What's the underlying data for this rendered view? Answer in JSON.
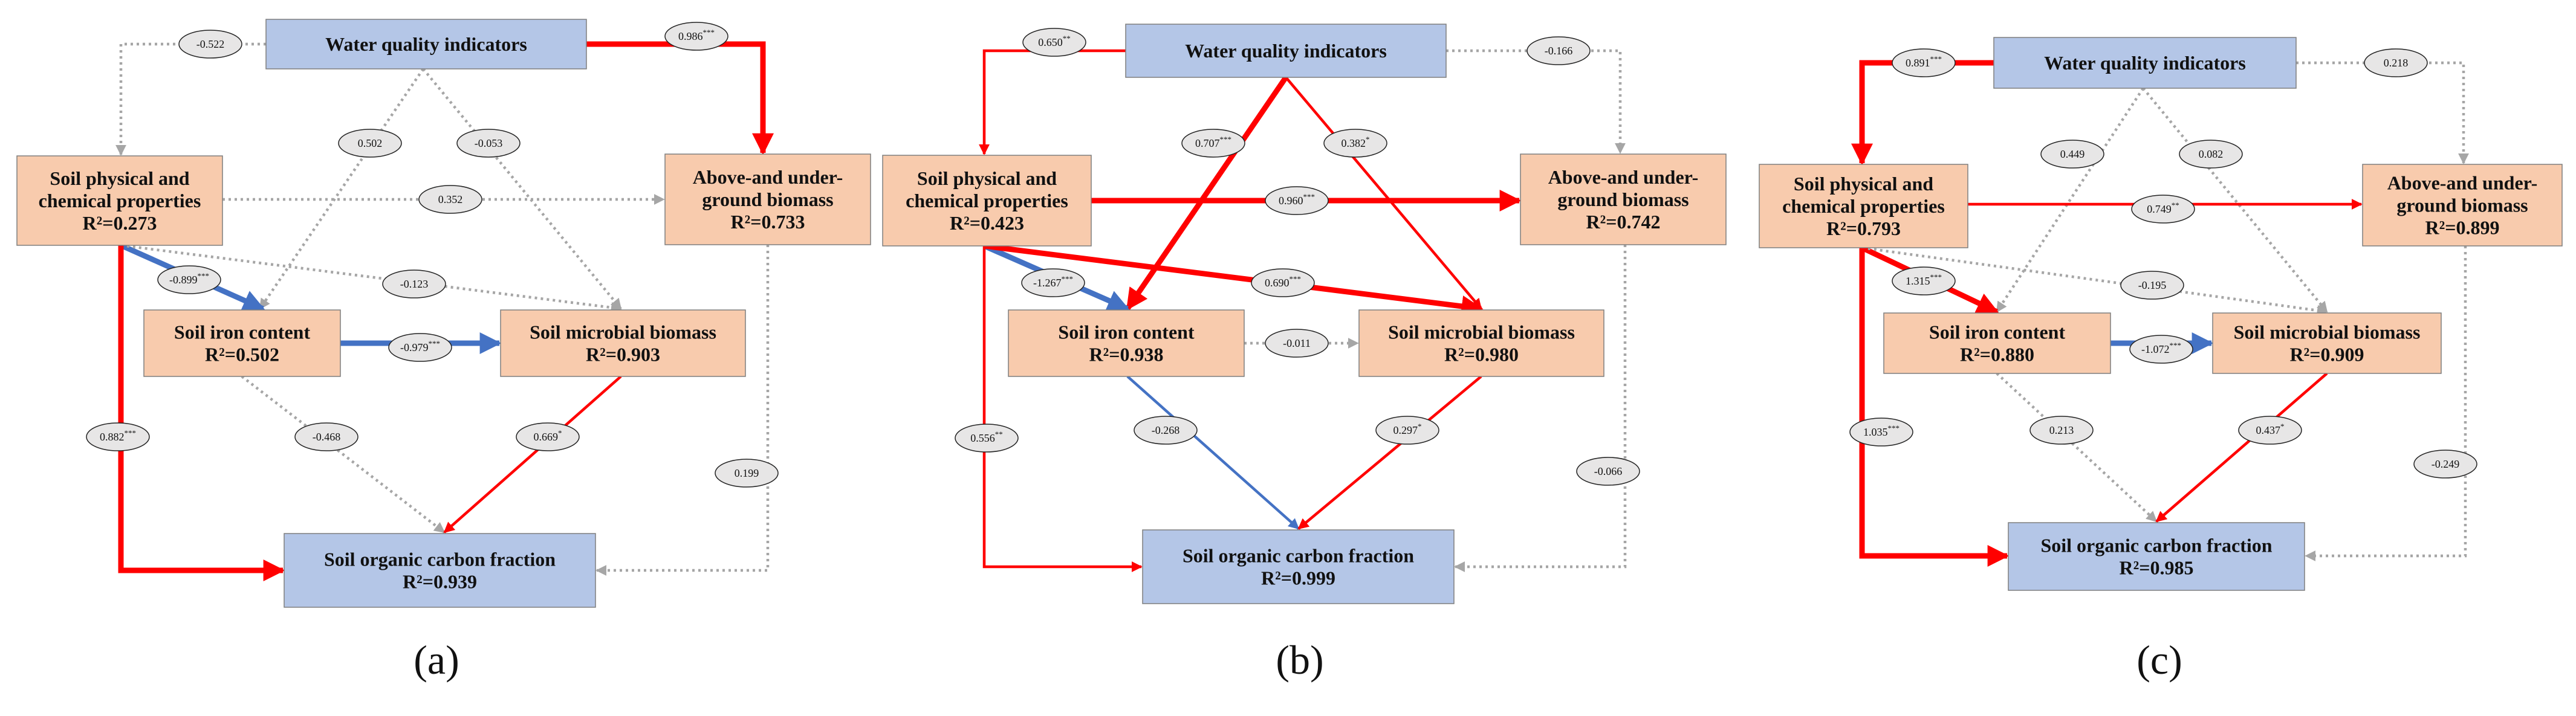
{
  "colors": {
    "blue_box": "#b4c6e7",
    "orange_box": "#f8cbad",
    "red_path": "#ff0000",
    "blue_path": "#4472c4",
    "gray_path": "#a6a6a6",
    "ellipse_fill": "#e7e6e6"
  },
  "panels": [
    {
      "label": "(a)",
      "nodes": {
        "water": [
          "Water quality indicators"
        ],
        "soil_pc": [
          "Soil physical and",
          "chemical properties",
          "R²=0.273"
        ],
        "biomass": [
          "Above-and under-",
          "ground biomass",
          "R²=0.733"
        ],
        "iron": [
          "Soil iron content",
          "R²=0.502"
        ],
        "microbial": [
          "Soil microbial biomass",
          "R²=0.903"
        ],
        "soc": [
          "Soil organic carbon fraction",
          "R²=0.939"
        ]
      },
      "paths": [
        {
          "from": "water",
          "to": "soil_pc",
          "coef": "-0.522",
          "sig": "",
          "color": "gray",
          "weight": 1
        },
        {
          "from": "water",
          "to": "biomass",
          "coef": "0.986",
          "sig": "***",
          "color": "red",
          "weight": 3
        },
        {
          "from": "water",
          "to": "iron",
          "coef": "0.502",
          "sig": "",
          "color": "gray",
          "weight": 1
        },
        {
          "from": "water",
          "to": "microbial",
          "coef": "-0.053",
          "sig": "",
          "color": "gray",
          "weight": 1
        },
        {
          "from": "soil_pc",
          "to": "biomass",
          "coef": "0.352",
          "sig": "",
          "color": "gray",
          "weight": 1
        },
        {
          "from": "soil_pc",
          "to": "iron",
          "coef": "-0.899",
          "sig": "***",
          "color": "blue",
          "weight": 3
        },
        {
          "from": "soil_pc",
          "to": "microbial",
          "coef": "-0.123",
          "sig": "",
          "color": "gray",
          "weight": 1
        },
        {
          "from": "soil_pc",
          "to": "soc",
          "coef": "0.882",
          "sig": "***",
          "color": "red",
          "weight": 3
        },
        {
          "from": "iron",
          "to": "microbial",
          "coef": "-0.979",
          "sig": "***",
          "color": "blue",
          "weight": 3
        },
        {
          "from": "iron",
          "to": "soc",
          "coef": "-0.468",
          "sig": "",
          "color": "gray",
          "weight": 1
        },
        {
          "from": "microbial",
          "to": "soc",
          "coef": "0.669",
          "sig": "*",
          "color": "red",
          "weight": 1
        },
        {
          "from": "biomass",
          "to": "soc",
          "coef": "0.199",
          "sig": "",
          "color": "gray",
          "weight": 1
        }
      ]
    },
    {
      "label": "(b)",
      "nodes": {
        "water": [
          "Water quality indicators"
        ],
        "soil_pc": [
          "Soil physical and",
          "chemical properties",
          "R²=0.423"
        ],
        "biomass": [
          "Above-and under-",
          "ground biomass",
          "R²=0.742"
        ],
        "iron": [
          "Soil iron content",
          "R²=0.938"
        ],
        "microbial": [
          "Soil microbial biomass",
          "R²=0.980"
        ],
        "soc": [
          "Soil organic carbon fraction",
          "R²=0.999"
        ]
      },
      "paths": [
        {
          "from": "water",
          "to": "soil_pc",
          "coef": "0.650",
          "sig": "**",
          "color": "red",
          "weight": 1
        },
        {
          "from": "water",
          "to": "biomass",
          "coef": "-0.166",
          "sig": "",
          "color": "gray",
          "weight": 1
        },
        {
          "from": "water",
          "to": "iron",
          "coef": "0.707",
          "sig": "***",
          "color": "red",
          "weight": 3
        },
        {
          "from": "water",
          "to": "microbial",
          "coef": "0.382",
          "sig": "*",
          "color": "red",
          "weight": 1
        },
        {
          "from": "soil_pc",
          "to": "biomass",
          "coef": "0.960",
          "sig": "***",
          "color": "red",
          "weight": 3
        },
        {
          "from": "soil_pc",
          "to": "iron",
          "coef": "-1.267",
          "sig": "***",
          "color": "blue",
          "weight": 3
        },
        {
          "from": "soil_pc",
          "to": "microbial",
          "coef": "0.690",
          "sig": "***",
          "color": "red",
          "weight": 3
        },
        {
          "from": "soil_pc",
          "to": "soc",
          "coef": "0.556",
          "sig": "**",
          "color": "red",
          "weight": 1
        },
        {
          "from": "iron",
          "to": "microbial",
          "coef": "-0.011",
          "sig": "",
          "color": "gray",
          "weight": 1
        },
        {
          "from": "iron",
          "to": "soc",
          "coef": "-0.268",
          "sig": "",
          "color": "blue",
          "weight": 1
        },
        {
          "from": "microbial",
          "to": "soc",
          "coef": "0.297",
          "sig": "*",
          "color": "red",
          "weight": 1
        },
        {
          "from": "biomass",
          "to": "soc",
          "coef": "-0.066",
          "sig": "",
          "color": "gray",
          "weight": 1
        }
      ]
    },
    {
      "label": "(c)",
      "nodes": {
        "water": [
          "Water quality indicators"
        ],
        "soil_pc": [
          "Soil physical and",
          "chemical properties",
          "R²=0.793"
        ],
        "biomass": [
          "Above-and under-",
          "ground biomass",
          "R²=0.899"
        ],
        "iron": [
          "Soil iron content",
          "R²=0.880"
        ],
        "microbial": [
          "Soil microbial biomass",
          "R²=0.909"
        ],
        "soc": [
          "Soil organic carbon fraction",
          "R²=0.985"
        ]
      },
      "paths": [
        {
          "from": "water",
          "to": "soil_pc",
          "coef": "0.891",
          "sig": "***",
          "color": "red",
          "weight": 3
        },
        {
          "from": "water",
          "to": "biomass",
          "coef": "0.218",
          "sig": "",
          "color": "gray",
          "weight": 1
        },
        {
          "from": "water",
          "to": "iron",
          "coef": "0.449",
          "sig": "",
          "color": "gray",
          "weight": 1
        },
        {
          "from": "water",
          "to": "microbial",
          "coef": "0.082",
          "sig": "",
          "color": "gray",
          "weight": 1
        },
        {
          "from": "soil_pc",
          "to": "biomass",
          "coef": "0.749",
          "sig": "**",
          "color": "red",
          "weight": 1
        },
        {
          "from": "soil_pc",
          "to": "iron",
          "coef": "1.315",
          "sig": "***",
          "color": "red",
          "weight": 3
        },
        {
          "from": "soil_pc",
          "to": "microbial",
          "coef": "-0.195",
          "sig": "",
          "color": "gray",
          "weight": 1
        },
        {
          "from": "soil_pc",
          "to": "soc",
          "coef": "1.035",
          "sig": "***",
          "color": "red",
          "weight": 3
        },
        {
          "from": "iron",
          "to": "microbial",
          "coef": "-1.072",
          "sig": "***",
          "color": "blue",
          "weight": 3
        },
        {
          "from": "iron",
          "to": "soc",
          "coef": "0.213",
          "sig": "",
          "color": "gray",
          "weight": 1
        },
        {
          "from": "microbial",
          "to": "soc",
          "coef": "0.437",
          "sig": "*",
          "color": "red",
          "weight": 1
        },
        {
          "from": "biomass",
          "to": "soc",
          "coef": "-0.249",
          "sig": "",
          "color": "gray",
          "weight": 1
        }
      ]
    }
  ]
}
